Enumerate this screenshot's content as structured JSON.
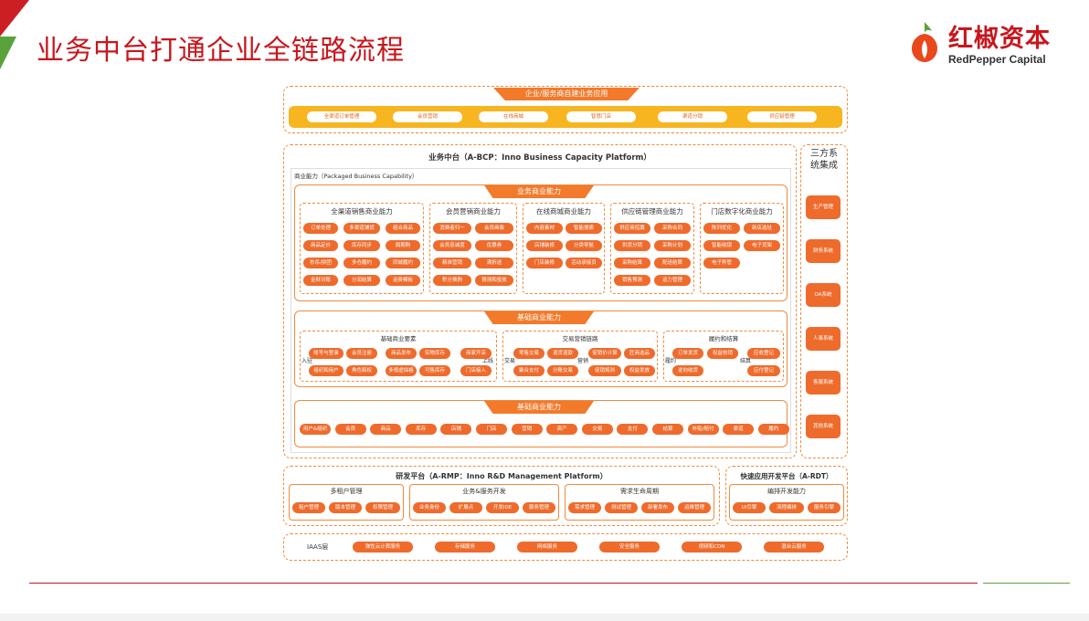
{
  "title": "业务中台打通企业全链路流程",
  "logo": {
    "cn": "红椒资本",
    "en": "RedPepper Capital"
  },
  "apps": {
    "title": "企业/服务商自建业务应用",
    "items": [
      "全渠道订单管理",
      "会员营销",
      "在线商城",
      "智慧门店",
      "渠道分销",
      "供应链管理"
    ]
  },
  "bcp": {
    "title": "业务中台（A-BCP：Inno Business Capacity Platform）",
    "pbc_label": "商业能力（Packaged Business Capability）",
    "biz_title": "业务商业能力",
    "groups": [
      {
        "title": "全渠道销售商业能力",
        "items": [
          "订单处理",
          "多渠道铺货",
          "组合商品",
          "商品定价",
          "库存同步",
          "周期购",
          "秒杀/拼团",
          "多仓履约",
          "同城履约",
          "金财对账",
          "分润结算",
          "运费模板"
        ]
      },
      {
        "title": "会员营销商业能力",
        "items": [
          "消费者归一",
          "会员画像",
          "会员忠诚度",
          "优惠券",
          "精准营销",
          "满折送",
          "积分换购",
          "猜测和投放"
        ]
      },
      {
        "title": "在线商城商业能力",
        "items": [
          "内容素材",
          "智能搜索",
          "店铺装修",
          "分类导航",
          "门店装修",
          "活动承接页"
        ]
      },
      {
        "title": "供应链管理商业能力",
        "items": [
          "供应商招募",
          "采购合同",
          "供货分销",
          "采购计划",
          "采购结算",
          "配送结算",
          "销售预测",
          "运力管理"
        ]
      },
      {
        "title": "门店数字化商业能力",
        "items": [
          "陈列优化",
          "新店选址",
          "智能收银",
          "电子货架",
          "电子秤管"
        ]
      }
    ],
    "base_title": "基础商业能力",
    "base_groups": [
      {
        "title": "基础商业要素",
        "items": [
          "账号与登录",
          "会员注册",
          "商品发布",
          "实物库存",
          "商家开店",
          "组织和用户",
          "角色和权",
          "多规虚拟格",
          "可售库存",
          "门店接入"
        ],
        "side_left": "入驻",
        "side_right": "上线"
      },
      {
        "title": "交易营销链路",
        "items": [
          "零售交易",
          "退货退款",
          "促销价计算",
          "匠商选品",
          "聚合支付",
          "分账交易",
          "促销规则",
          "权益发放"
        ],
        "side_left": "交易",
        "side_right": "营销"
      },
      {
        "title": "履约和结算",
        "items": [
          "订单发货",
          "权益核销",
          "应收登记",
          "逆向收货",
          "应付登记"
        ],
        "side_left": "履约",
        "side_right": "结算"
      }
    ],
    "core_title": "基础商业能力",
    "core_items": [
      "用户&组织",
      "会员",
      "商品",
      "库存",
      "店铺",
      "门店",
      "营销",
      "资产",
      "交易",
      "支付",
      "结算",
      "补贴/赔付",
      "渠道",
      "履约"
    ]
  },
  "third": {
    "title": "三方系统集成",
    "items": [
      "生产管理",
      "财务系统",
      "OA系统",
      "人事系统",
      "客服系统",
      "其他系统"
    ]
  },
  "rmp": {
    "title": "研发平台（A-RMP：Inno R&D Management Platform）",
    "groups": [
      {
        "title": "多租户管理",
        "items": [
          "租户管理",
          "版本管理",
          "权限管理"
        ]
      },
      {
        "title": "业务&服务开发",
        "items": [
          "业务身份",
          "扩展点",
          "开发IDE",
          "服务管理"
        ]
      },
      {
        "title": "需求生命周期",
        "items": [
          "需求管理",
          "测试管理",
          "部署发布",
          "运维管理"
        ]
      }
    ]
  },
  "rdt": {
    "title": "快速应用开发平台（A-RDT）",
    "group_title": "编排开发能力",
    "items": [
      "UI引擎",
      "流程编排",
      "服务引擎"
    ]
  },
  "iaas": {
    "label": "IAAS层",
    "items": [
      "弹性云计算服务",
      "存储服务",
      "网络服务",
      "安全服务",
      "视频和CDN",
      "混合云服务"
    ]
  },
  "colors": {
    "brand_red": "#c8161d",
    "accent_orange": "#ee6b2c",
    "green": "#5aa33c"
  }
}
